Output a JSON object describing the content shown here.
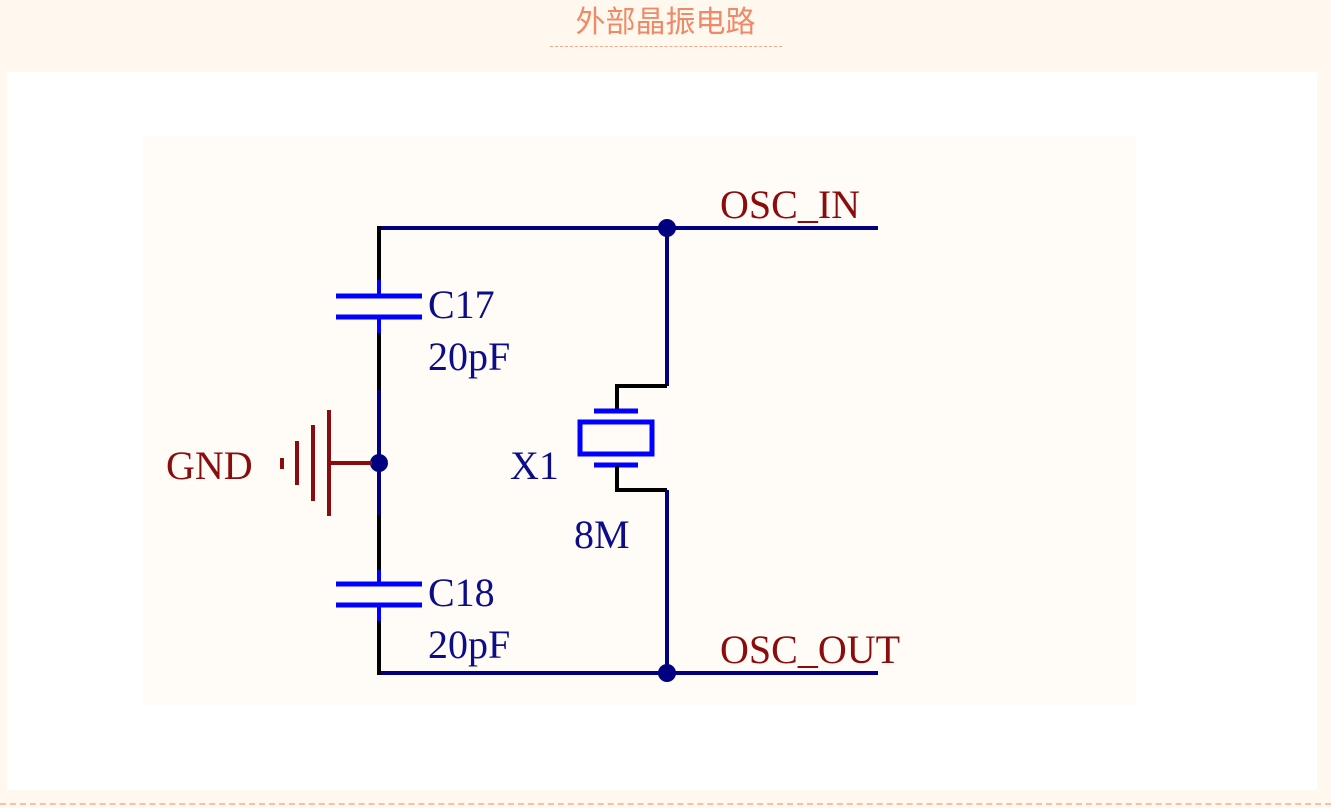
{
  "header": {
    "title": "外部晶振电路"
  },
  "schematic": {
    "colors": {
      "wire": "#000080",
      "pin": "#000000",
      "component": "#0000ff",
      "net_label": "#8b0c0c",
      "ground": "#8b0c0c",
      "designator": "#0d0d8a",
      "title": "#ef8a68"
    },
    "nets": {
      "osc_in": "OSC_IN",
      "osc_out": "OSC_OUT",
      "gnd": "GND"
    },
    "components": {
      "c17": {
        "designator": "C17",
        "value": "20pF",
        "type": "capacitor"
      },
      "c18": {
        "designator": "C18",
        "value": "20pF",
        "type": "capacitor"
      },
      "x1": {
        "designator": "X1",
        "value": "8M",
        "type": "crystal"
      }
    }
  }
}
